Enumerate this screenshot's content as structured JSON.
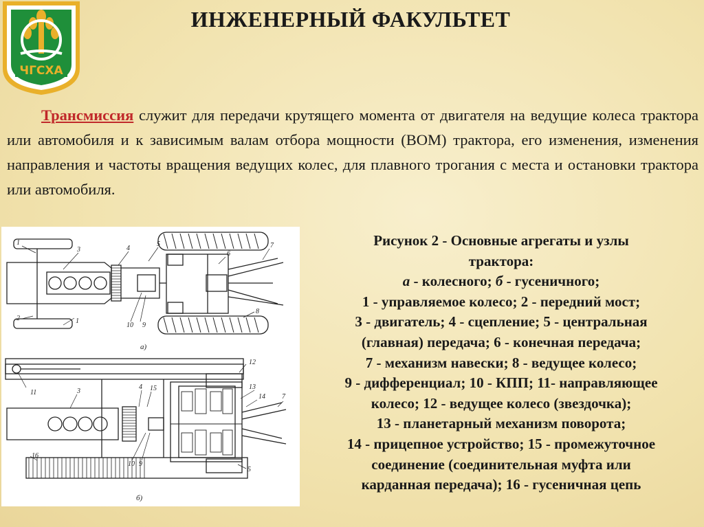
{
  "logo": {
    "text": "ЧГСХА",
    "green": "#1f8f3a",
    "frame": "#e9b02a",
    "bg": "#ffffff"
  },
  "header": {
    "title": "ИНЖЕНЕРНЫЙ ФАКУЛЬТЕТ"
  },
  "intro": {
    "term": "Трансмиссия",
    "text": " служит для передачи крутящего момента от двигателя на ведущие колеса трактора или автомобиля и к зависимым валам отбора мощности (ВОМ) трактора, его изменения, изменения направления и частоты вращения ведущих колес, для плавного трогания с места и остановки трактора или автомобиля."
  },
  "figure": {
    "labels": {
      "a": "а)",
      "b": "б)",
      "n1": "1",
      "n2": "2",
      "n3": "3",
      "n4": "4",
      "n5": "5",
      "n6": "6",
      "n7": "7",
      "n8": "8",
      "n9": "9",
      "n10": "10",
      "n11": "11",
      "n12": "12",
      "n13": "13",
      "n14": "14",
      "n15": "15",
      "n16": "16"
    }
  },
  "caption": {
    "l1": "Рисунок 2 - Основные агрегаты и узлы",
    "l2": "трактора:",
    "l3a": "а",
    "l3b": " - колесного; ",
    "l3c": "б",
    "l3d": " - гусеничного;",
    "l4": "1 - управляемое колесо; 2 - передний мост;",
    "l5": "3 - двигатель; 4 - сцепление; 5 - центральная",
    "l6": "(главная) передача; 6 - конечная передача;",
    "l7": "7 - механизм навески; 8 - ведущее колесо;",
    "l8": "9 - дифференциал; 10 - КПП; 11- направляющее",
    "l9": "колесо; 12 - ведущее колесо (звездочка);",
    "l10": "13 - планетарный механизм поворота;",
    "l11": "14 - прицепное устройство; 15 - промежуточное",
    "l12": "соединение (соединительная муфта или",
    "l13": "карданная передача); 16 - гусеничная цепь"
  }
}
